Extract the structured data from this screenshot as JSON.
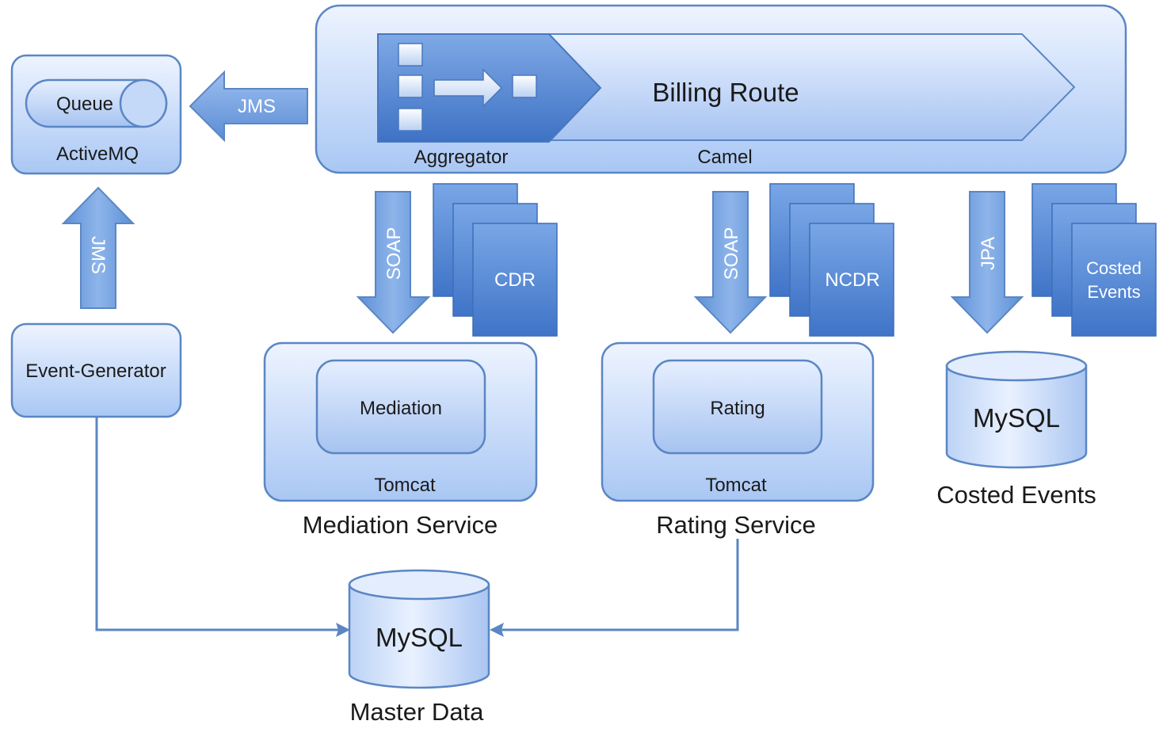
{
  "activemq": {
    "queue_label": "Queue",
    "title": "ActiveMQ"
  },
  "jms_top": {
    "label": "JMS"
  },
  "jms_left": {
    "label": "JMS"
  },
  "camel": {
    "title": "Billing Route",
    "aggregator_label": "Aggregator",
    "container_label": "Camel"
  },
  "event_generator": {
    "label": "Event-Generator"
  },
  "mediation": {
    "soap_label": "SOAP",
    "doc_label": "CDR",
    "component_label": "Mediation",
    "container_label": "Tomcat",
    "service_label": "Mediation Service"
  },
  "rating": {
    "soap_label": "SOAP",
    "doc_label": "NCDR",
    "component_label": "Rating",
    "container_label": "Tomcat",
    "service_label": "Rating Service"
  },
  "costed": {
    "jpa_label": "JPA",
    "doc_line1": "Costed",
    "doc_line2": "Events",
    "db_label": "MySQL",
    "caption": "Costed Events"
  },
  "master": {
    "db_label": "MySQL",
    "caption": "Master Data"
  },
  "colors": {
    "stroke": "#5b86c4",
    "arrow": "#6b9ad8",
    "doc": "#5a8fd8",
    "box_top": "#eef4ff",
    "box_bottom": "#a9c7f4"
  }
}
